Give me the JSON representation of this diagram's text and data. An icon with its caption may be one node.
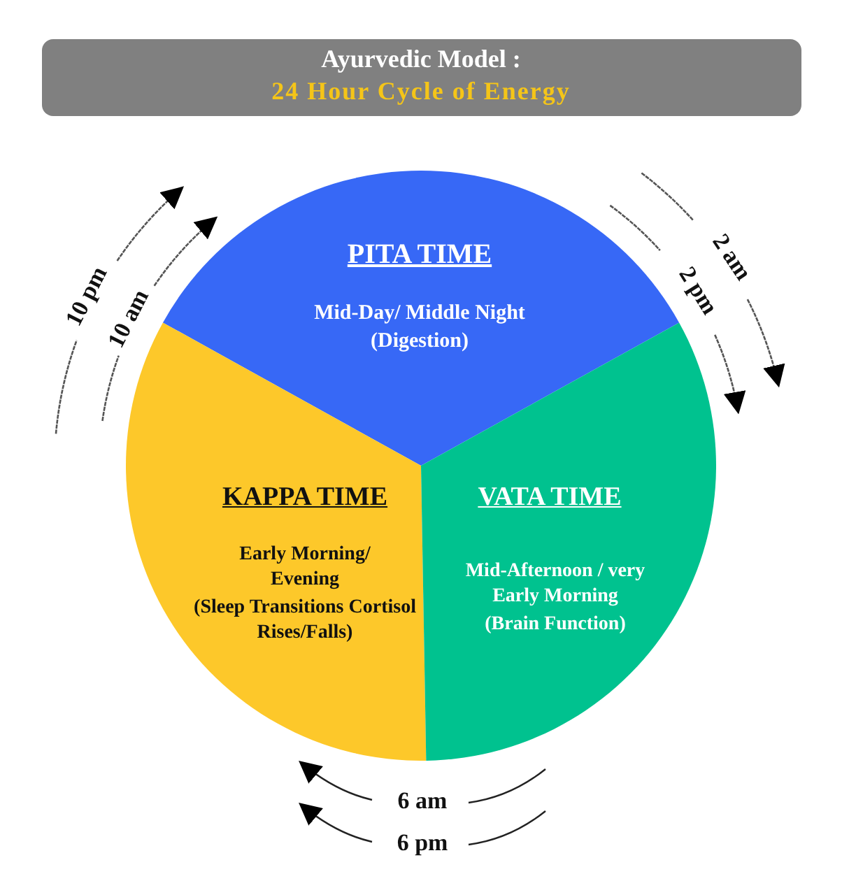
{
  "diagram": {
    "nodes": [
      {
        "text": [
          "Ayurvedic Model :",
          "24 Hour Cycle of Energy"
        ]
      },
      {
        "text": [
          "PITA TIME",
          "Mid-Day/ Middle Night",
          "(Digestion)"
        ]
      },
      {
        "text": [
          "KAPPA TIME",
          "Early Morning/ Evening",
          "(Sleep Transitions Cortisol Rises/Falls)"
        ]
      },
      {
        "text": [
          "VATA TIME",
          "Mid-Afternoon / very Early Morning",
          "(Brain Function)"
        ]
      }
    ],
    "edges": [],
    "labels": [
      "10 pm",
      "10 am",
      "2 am",
      "2 pm",
      "6 am",
      "6 pm"
    ]
  }
}
